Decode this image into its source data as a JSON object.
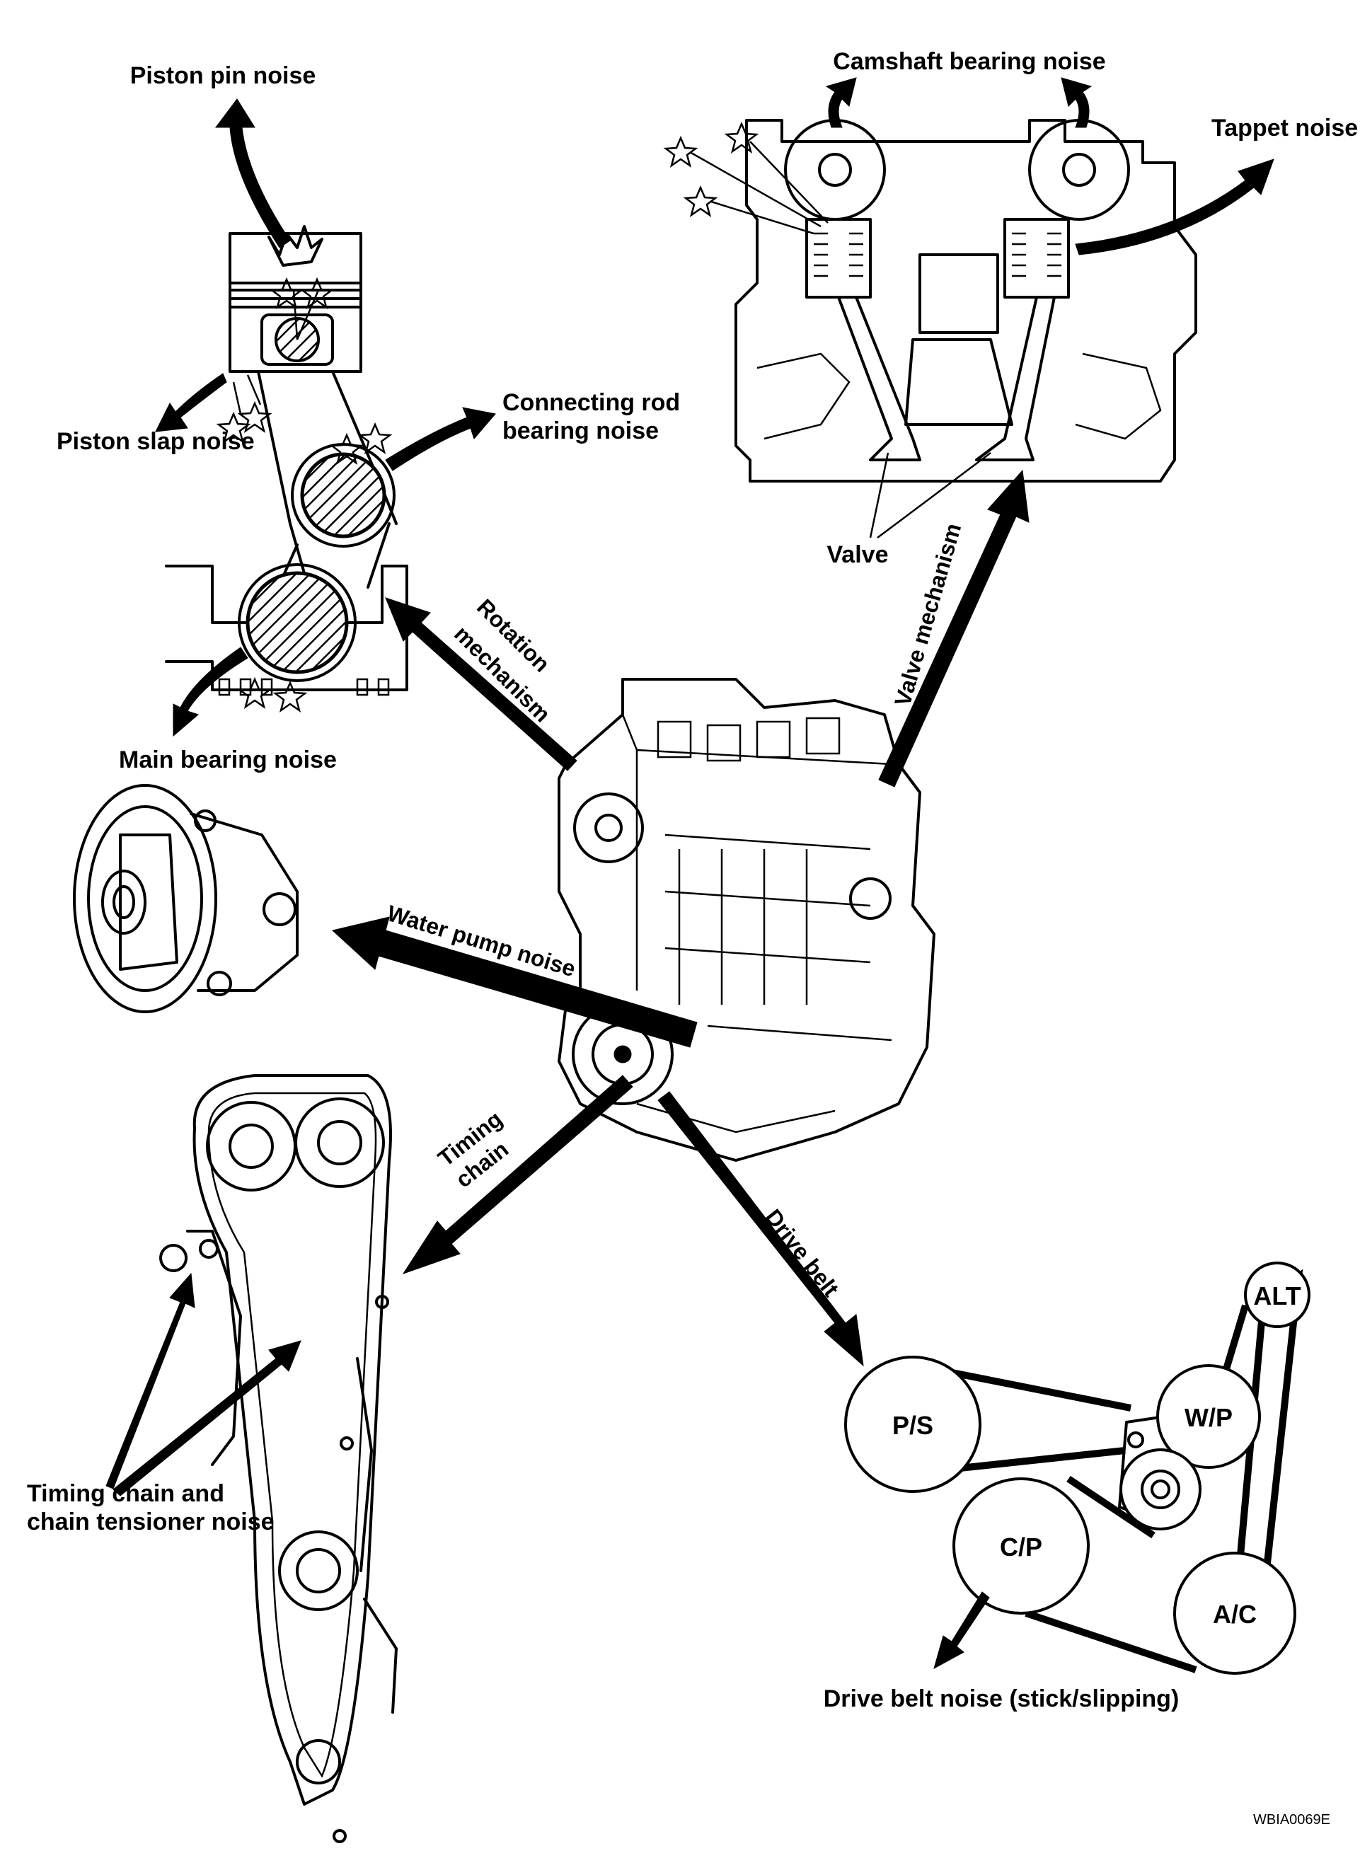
{
  "labels": {
    "piston_pin": "Piston pin noise",
    "camshaft": "Camshaft bearing noise",
    "tappet": "Tappet noise",
    "piston_slap": "Piston slap noise",
    "conrod_line1": "Connecting rod",
    "conrod_line2": "bearing noise",
    "valve": "Valve",
    "rotation_line1": "Rotation",
    "rotation_line2": "mechanism",
    "valve_mechanism": "Valve mechanism",
    "main_bearing": "Main bearing noise",
    "water_pump": "Water pump noise",
    "timing_line1": "Timing",
    "timing_line2": "chain",
    "drive_belt": "Drive belt",
    "tensioner_line1": "Timing chain and",
    "tensioner_line2": "chain tensioner noise",
    "belt_noise": "Drive belt noise (stick/slipping)",
    "figure_code": "WBIA0069E"
  },
  "pulleys": {
    "alt": "ALT",
    "wp": "W/P",
    "ps": "P/S",
    "cp": "C/P",
    "ac": "A/C"
  }
}
